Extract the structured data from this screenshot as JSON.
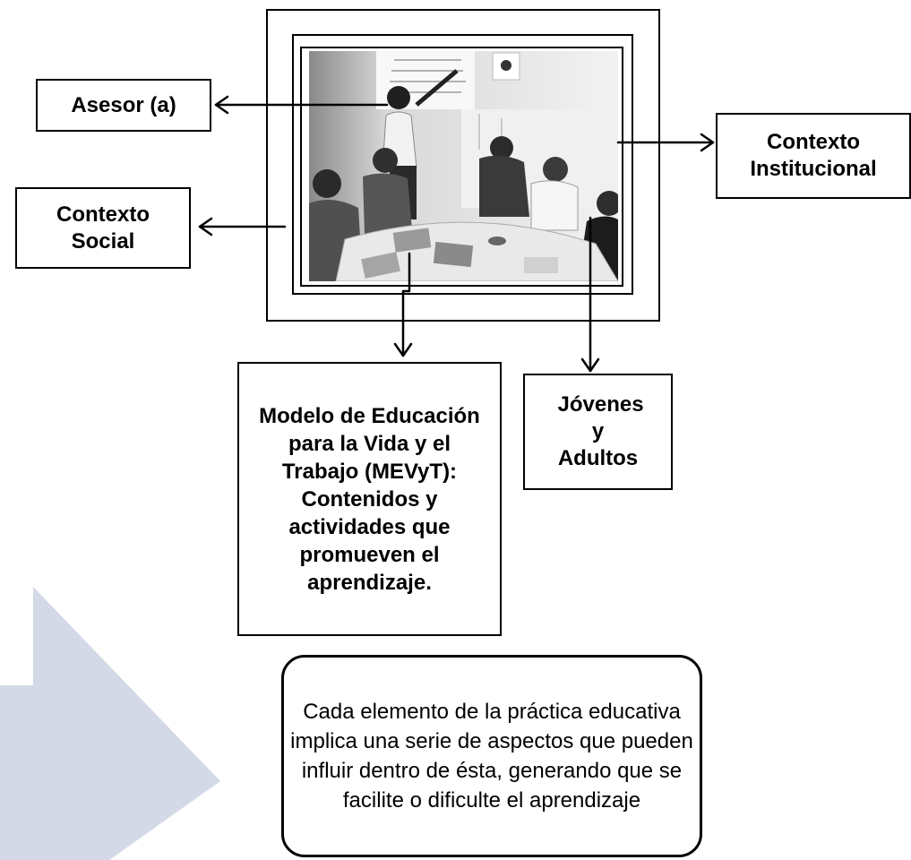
{
  "labels": {
    "asesor": "Asesor (a)",
    "contexto_social": "Contexto Social",
    "contexto_institucional": "Contexto Institucional",
    "modelo": "Modelo de Educación para la Vida y el Trabajo (MEVyT): Contenidos y actividades que promueven el aprendizaje.",
    "jovenes": "Jóvenes y Adultos"
  },
  "note": "Cada elemento de la práctica educativa implica una serie de aspectos que pueden influir dentro de ésta, generando que se facilite o dificulte el aprendizaje",
  "colors": {
    "background_arrow": "#d4d9e7",
    "line": "#000000"
  }
}
